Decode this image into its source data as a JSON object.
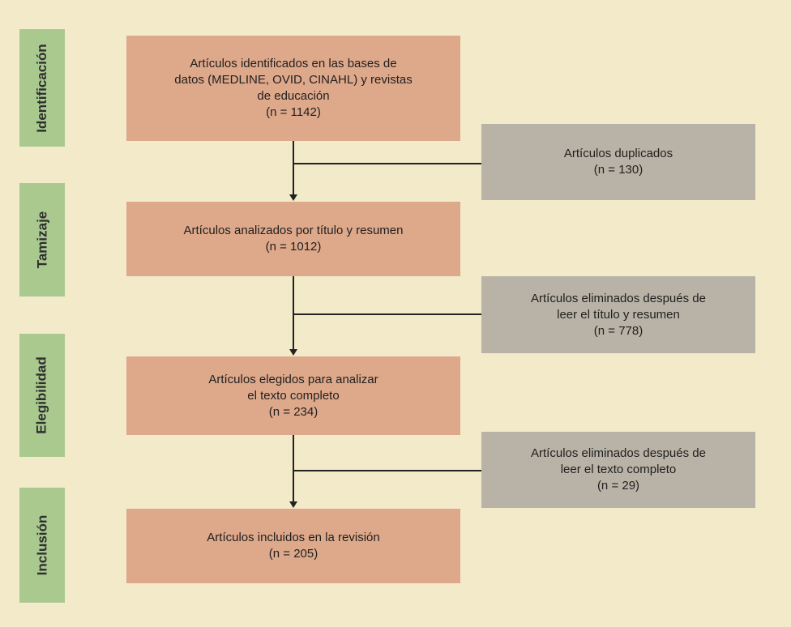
{
  "stages": [
    {
      "id": "identificacion",
      "label": "Identificación"
    },
    {
      "id": "tamizaje",
      "label": "Tamizaje"
    },
    {
      "id": "elegibilidad",
      "label": "Elegibilidad"
    },
    {
      "id": "inclusion",
      "label": "Inclusión"
    }
  ],
  "main_boxes": [
    {
      "lines": [
        "Artículos identificados en las bases de",
        "datos (MEDLINE, OVID, CINAHL) y revistas",
        "de educación",
        "(n = 1142)"
      ]
    },
    {
      "lines": [
        "Artículos analizados por título y resumen",
        "(n = 1012)"
      ]
    },
    {
      "lines": [
        "Artículos elegidos para analizar",
        "el texto completo",
        "(n = 234)"
      ]
    },
    {
      "lines": [
        "Artículos incluidos en la revisión",
        "(n = 205)"
      ]
    }
  ],
  "exclusion_boxes": [
    {
      "lines": [
        "Artículos duplicados",
        "(n = 130)"
      ]
    },
    {
      "lines": [
        "Artículos eliminados después de",
        "leer el título y resumen",
        "(n = 778)"
      ]
    },
    {
      "lines": [
        "Artículos eliminados después de",
        "leer el texto completo",
        "(n = 29)"
      ]
    }
  ]
}
